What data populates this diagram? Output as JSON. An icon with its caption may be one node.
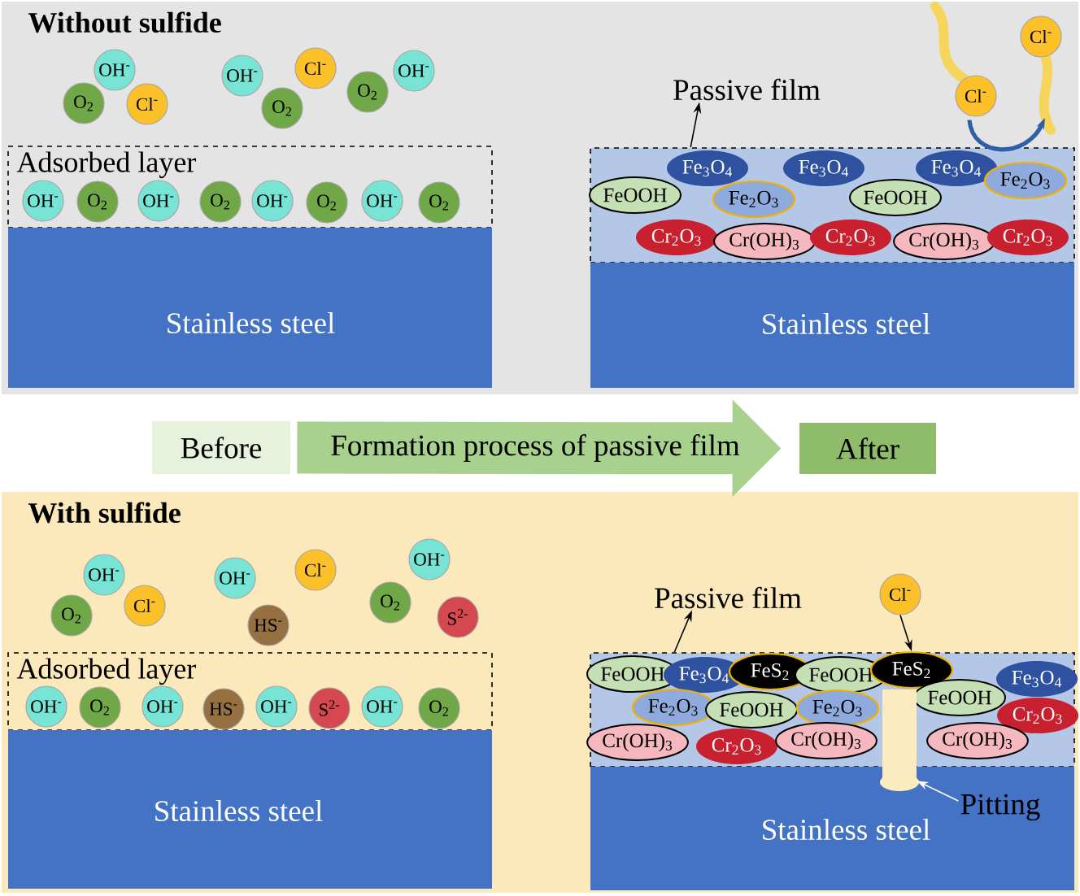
{
  "diagram": {
    "nodes": [
      {
        "text": [
          "Without sulfide"
        ]
      },
      {
        "text": [
          "OH$^{-}$"
        ],
        "in": 0
      },
      {
        "text": [
          "O$_{2}$"
        ],
        "in": 0
      },
      {
        "text": [
          "Cl$^{-}$"
        ],
        "in": 0
      },
      {
        "text": [
          "OH$^{-}$"
        ],
        "in": 0
      },
      {
        "text": [
          "O$_{2}$"
        ],
        "in": 0
      },
      {
        "text": [
          "Cl$^{-}$"
        ],
        "in": 0
      },
      {
        "text": [
          "O$_{2}$"
        ],
        "in": 0
      },
      {
        "text": [
          "OH$^{-}$"
        ],
        "in": 0
      },
      {
        "text": [
          "Adsorbed layer"
        ],
        "in": 0
      },
      {
        "text": [
          "OH$^{-}$"
        ],
        "in": 9
      },
      {
        "text": [
          "O$_{2}$"
        ],
        "in": 9
      },
      {
        "text": [
          "OH$^{-}$"
        ],
        "in": 9
      },
      {
        "text": [
          "O$_{2}$"
        ],
        "in": 9
      },
      {
        "text": [
          "OH$^{-}$"
        ],
        "in": 9
      },
      {
        "text": [
          "O$_{2}$"
        ],
        "in": 9
      },
      {
        "text": [
          "OH$^{-}$"
        ],
        "in": 9
      },
      {
        "text": [
          "O$_{2}$"
        ],
        "in": 9
      },
      {
        "text": [
          "Stainless steel"
        ],
        "in": 0
      },
      {
        "text": [
          "Passive film"
        ],
        "in": 0
      },
      {
        "text": [],
        "shape": "box",
        "in": 0
      },
      {
        "text": [
          "Fe$_{3}$O$_{4}$"
        ],
        "in": 20
      },
      {
        "text": [
          "Fe$_{3}$O$_{4}$"
        ],
        "in": 20
      },
      {
        "text": [
          "Fe$_{3}$O$_{4}$"
        ],
        "in": 20
      },
      {
        "text": [
          "Fe$_{2}$O$_{3}$"
        ],
        "in": 20
      },
      {
        "text": [
          "FeOOH"
        ],
        "in": 20
      },
      {
        "text": [
          "Fe$_{2}$O$_{3}$"
        ],
        "in": 20
      },
      {
        "text": [
          "FeOOH"
        ],
        "in": 20
      },
      {
        "text": [
          "Cr$_{2}$O$_{3}$"
        ],
        "in": 20
      },
      {
        "text": [
          "Cr(OH)$_{3}$"
        ],
        "in": 20
      },
      {
        "text": [
          "Cr$_{2}$O$_{3}$"
        ],
        "in": 20
      },
      {
        "text": [
          "Cr(OH)$_{3}$"
        ],
        "in": 20
      },
      {
        "text": [
          "Cr$_{2}$O$_{3}$"
        ],
        "in": 20
      },
      {
        "text": [
          "Stainless steel"
        ],
        "in": 0
      },
      {
        "text": [
          "Cl$^{-}$"
        ],
        "in": 0
      },
      {
        "text": [
          "Cl$^{-}$"
        ],
        "in": 0
      },
      {
        "text": [
          "Before"
        ]
      },
      {
        "text": [
          "After"
        ]
      },
      {
        "text": [
          "With sulfide"
        ]
      },
      {
        "text": [
          "OH$^{-}$"
        ],
        "in": 38
      },
      {
        "text": [
          "O$_{2}$"
        ],
        "in": 38
      },
      {
        "text": [
          "Cl$^{-}$"
        ],
        "in": 38
      },
      {
        "text": [
          "OH$^{-}$"
        ],
        "in": 38
      },
      {
        "text": [
          "HS$^{-}$"
        ],
        "in": 38
      },
      {
        "text": [
          "Cl$^{-}$"
        ],
        "in": 38
      },
      {
        "text": [
          "O$_{2}$"
        ],
        "in": 38
      },
      {
        "text": [
          "OH$^{-}$"
        ],
        "in": 38
      },
      {
        "text": [
          "S$^{2-}$"
        ],
        "in": 38
      },
      {
        "text": [
          "Adsorbed layer"
        ],
        "in": 38
      },
      {
        "text": [
          "OH$^{-}$"
        ],
        "in": 48
      },
      {
        "text": [
          "O$_{2}$"
        ],
        "in": 48
      },
      {
        "text": [
          "OH$^{-}$"
        ],
        "in": 48
      },
      {
        "text": [
          "HS$^{-}$"
        ],
        "in": 48
      },
      {
        "text": [
          "OH$^{-}$"
        ],
        "in": 48
      },
      {
        "text": [
          "S$^{2-}$"
        ],
        "in": 48
      },
      {
        "text": [
          "OH$^{-}$"
        ],
        "in": 48
      },
      {
        "text": [
          "O$_{2}$"
        ],
        "in": 48
      },
      {
        "text": [
          "Stainless steel"
        ],
        "in": 38
      },
      {
        "text": [
          "Passive film"
        ],
        "in": 38
      },
      {
        "text": [],
        "shape": "box",
        "in": 38
      },
      {
        "text": [
          "FeOOH"
        ],
        "in": 59
      },
      {
        "text": [
          "Fe$_{3}$O$_{4}$"
        ],
        "in": 59
      },
      {
        "text": [
          "FeS$_{2}$"
        ],
        "in": 59
      },
      {
        "text": [
          "FeOOH"
        ],
        "in": 59
      },
      {
        "text": [
          "FeS$_{2}$"
        ],
        "in": 59
      },
      {
        "text": [
          "Fe$_{3}$O$_{4}$"
        ],
        "in": 59
      },
      {
        "text": [
          "Fe$_{2}$O$_{3}$"
        ],
        "in": 59
      },
      {
        "text": [
          "FeOOH"
        ],
        "in": 59
      },
      {
        "text": [
          "Fe$_{2}$O$_{3}$"
        ],
        "in": 59
      },
      {
        "text": [
          "FeOOH"
        ],
        "in": 59
      },
      {
        "text": [
          "Cr$_{2}$O$_{3}$"
        ],
        "in": 59
      },
      {
        "text": [
          "Cr(OH)$_{3}$"
        ],
        "in": 59
      },
      {
        "text": [
          "Cr$_{2}$O$_{3}$"
        ],
        "in": 59
      },
      {
        "text": [
          "Cr(OH)$_{3}$"
        ],
        "in": 59
      },
      {
        "text": [
          "Cr(OH)$_{3}$"
        ],
        "in": 59
      },
      {
        "text": [
          "Stainless steel"
        ],
        "in": 38
      },
      {
        "text": [
          "Cl$^{-}$"
        ],
        "in": 38
      },
      {
        "text": [
          "Pitting"
        ],
        "in": 75
      },
      {
        "text": [],
        "shape": "cylinder",
        "in": 38
      }
    ],
    "edges": [
      {
        "from": 20,
        "to": 19,
        "arrow": "to"
      },
      {
        "from": 34,
        "to": null,
        "arrow": "to",
        "style": "thick",
        "color": "#2e5fa8"
      },
      {
        "from": 36,
        "to": 37,
        "arrow": "to",
        "label": "Formation process of passive film",
        "style": "thick",
        "color": "#a9d18e"
      },
      {
        "from": 59,
        "to": 58,
        "arrow": "to"
      },
      {
        "from": 76,
        "to": 64,
        "arrow": "to"
      },
      {
        "from": 77,
        "to": 78,
        "arrow": "to",
        "color": "#ffffff"
      }
    ]
  }
}
